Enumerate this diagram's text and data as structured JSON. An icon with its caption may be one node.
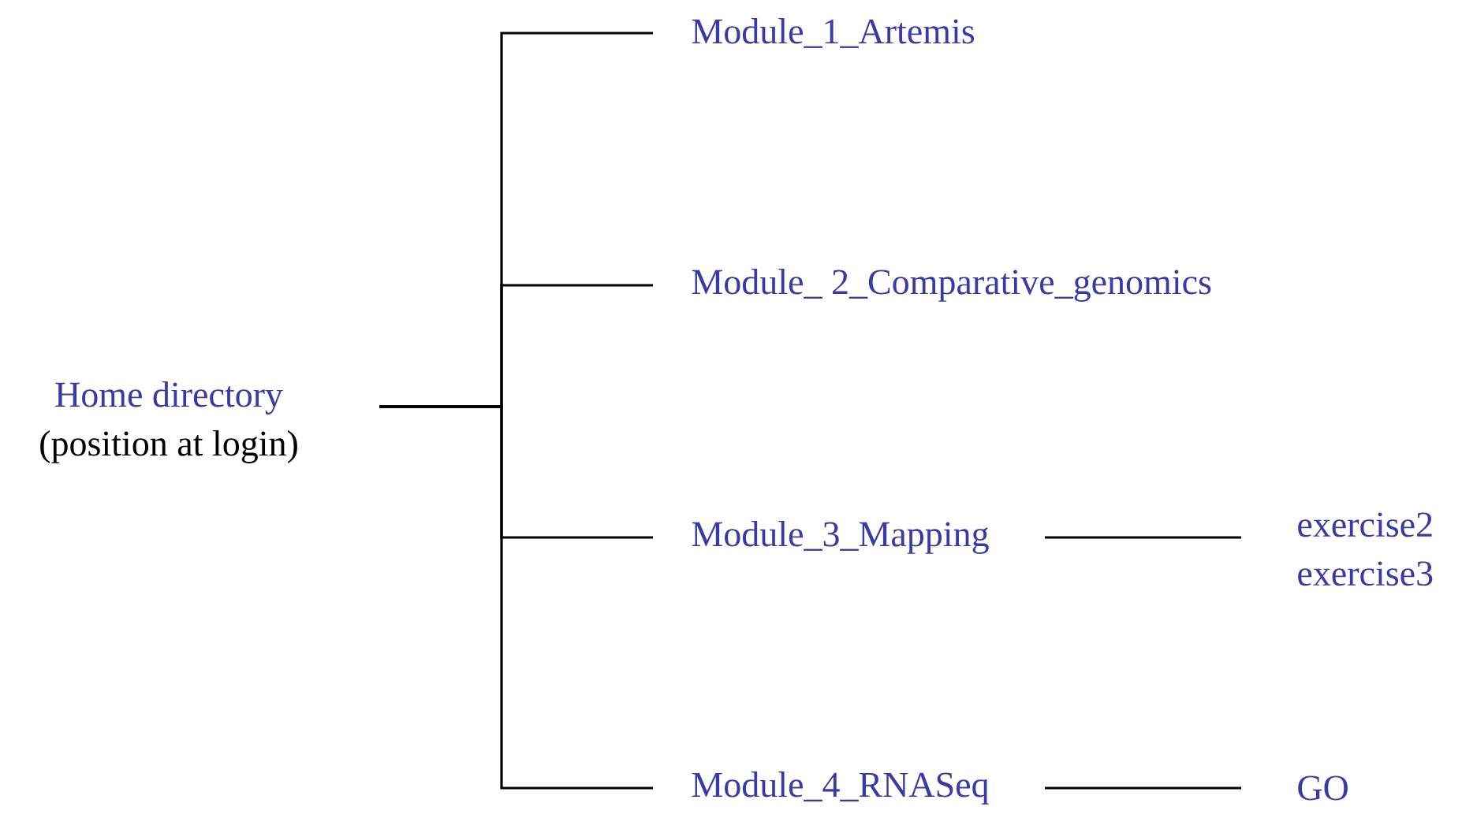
{
  "diagram": {
    "nodes": [
      {
        "text": [
          "Home directory",
          "(position at login)"
        ]
      },
      {
        "text": [
          "Module_1_Artemis"
        ]
      },
      {
        "text": [
          "Module_ 2_Comparative_genomics"
        ]
      },
      {
        "text": [
          "Module_3_Mapping"
        ]
      },
      {
        "text": [
          "Module_4_RNASeq"
        ]
      },
      {
        "text": [
          "exercise2",
          "exercise3"
        ]
      },
      {
        "text": [
          "GO"
        ]
      }
    ],
    "edges": [
      {
        "from": 0,
        "to": 1,
        "arrow": "none"
      },
      {
        "from": 0,
        "to": 2,
        "arrow": "none"
      },
      {
        "from": 0,
        "to": 3,
        "arrow": "none"
      },
      {
        "from": 0,
        "to": 4,
        "arrow": "none"
      },
      {
        "from": 3,
        "to": 5,
        "arrow": "none"
      },
      {
        "from": 4,
        "to": 6,
        "arrow": "none"
      }
    ]
  }
}
